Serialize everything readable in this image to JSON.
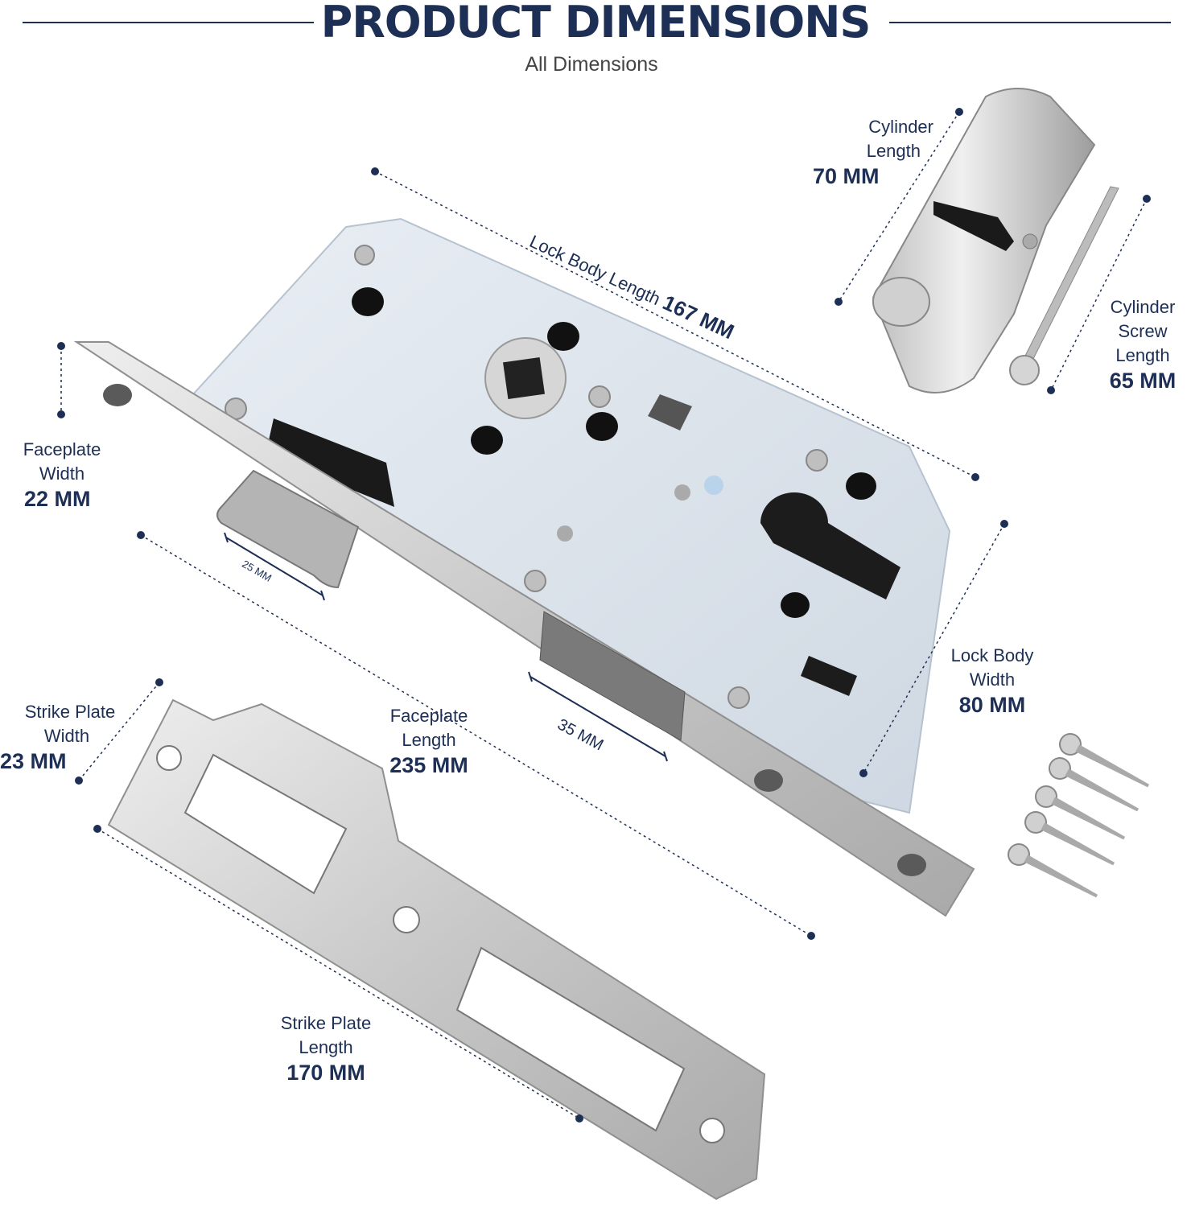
{
  "header": {
    "title": "PRODUCT DIMENSIONS",
    "subtitle": "All Dimensions"
  },
  "dimensions": {
    "lock_body_length": {
      "label": "Lock Body Length",
      "value": "167 MM"
    },
    "cylinder_length": {
      "label_line1": "Cylinder",
      "label_line2": "Length",
      "value": "70 MM"
    },
    "cylinder_screw_length": {
      "label_line1": "Cylinder",
      "label_line2": "Screw",
      "label_line3": "Length",
      "value": "65 MM"
    },
    "faceplate_width": {
      "label_line1": "Faceplate",
      "label_line2": "Width",
      "value": "22 MM"
    },
    "latch": {
      "value": "25 MM"
    },
    "deadbolt": {
      "value": "35 MM"
    },
    "faceplate_length": {
      "label_line1": "Faceplate",
      "label_line2": "Length",
      "value": "235 MM"
    },
    "lock_body_width": {
      "label_line1": "Lock Body",
      "label_line2": "Width",
      "value": "80 MM"
    },
    "strike_plate_width": {
      "label_line1": "Strike Plate",
      "label_line2": "Width",
      "value": "23 MM"
    },
    "strike_plate_length": {
      "label_line1": "Strike Plate",
      "label_line2": "Length",
      "value": "170 MM"
    }
  },
  "colors": {
    "navy": "#1d2f55",
    "lock_body": "#dfe6ee",
    "steel": "#c9c9c9"
  }
}
